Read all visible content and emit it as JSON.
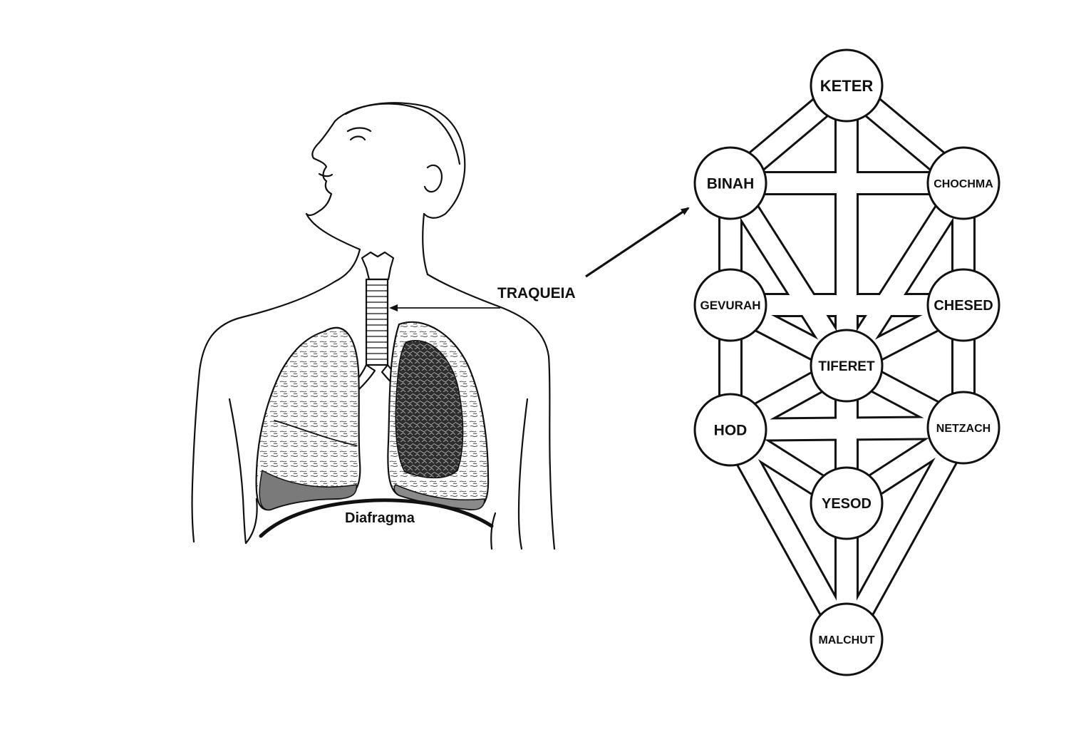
{
  "anatomy": {
    "trachea_label": "TRAQUEIA",
    "diaphragm_label": "Diafragma"
  },
  "tree": {
    "sefirot": [
      {
        "id": "keter",
        "label": "KETER"
      },
      {
        "id": "binah",
        "label": "BINAH"
      },
      {
        "id": "chochma",
        "label": "CHOCHMA"
      },
      {
        "id": "gevurah",
        "label": "GEVURAH"
      },
      {
        "id": "chesed",
        "label": "CHESED"
      },
      {
        "id": "tiferet",
        "label": "TIFERET"
      },
      {
        "id": "hod",
        "label": "HOD"
      },
      {
        "id": "netzach",
        "label": "NETZACH"
      },
      {
        "id": "yesod",
        "label": "YESOD"
      },
      {
        "id": "malchut",
        "label": "MALCHUT"
      }
    ]
  },
  "colors": {
    "ink": "#111111",
    "paper": "#ffffff",
    "shade": "#9a9a9a",
    "dark_shade": "#3a3a3a"
  }
}
